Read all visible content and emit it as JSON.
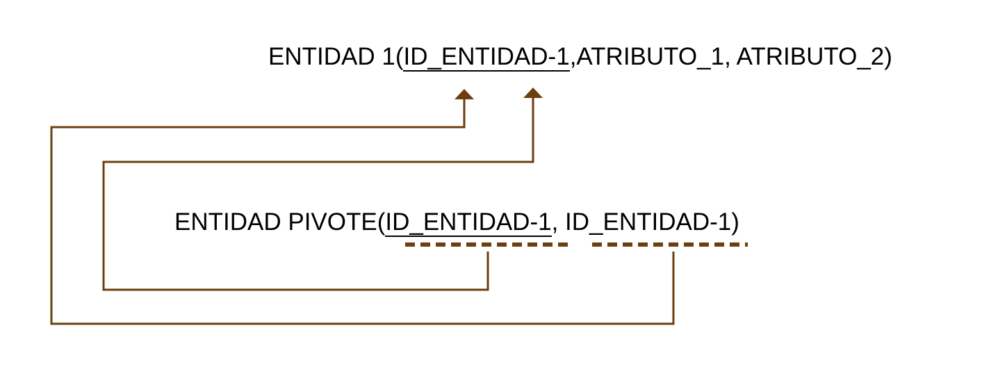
{
  "entity_one": {
    "name": "ENTIDAD 1",
    "open_paren": "(",
    "primary_key": "ID_ENTIDAD-1",
    "separator_1": ",",
    "attribute_1": "ATRIBUTO_1",
    "separator_2": ", ",
    "attribute_2": "ATRIBUTO_2",
    "close_paren": ")"
  },
  "pivot_entity": {
    "name": "ENTIDAD PIVOTE",
    "open_paren": "(",
    "foreign_key_1": "ID_ENTIDAD-1",
    "separator": ", ",
    "foreign_key_2": "ID_ENTIDAD-1",
    "close_paren": ")"
  },
  "colors": {
    "connector": "#6b3f0e",
    "text": "#000000",
    "background": "#ffffff"
  },
  "connectors": [
    {
      "from": "pivot_entity.foreign_key_1",
      "to": "entity_one.primary_key",
      "style": "solid",
      "arrow": "up"
    },
    {
      "from": "pivot_entity.foreign_key_2",
      "to": "entity_one.primary_key",
      "style": "solid",
      "arrow": "up"
    }
  ]
}
